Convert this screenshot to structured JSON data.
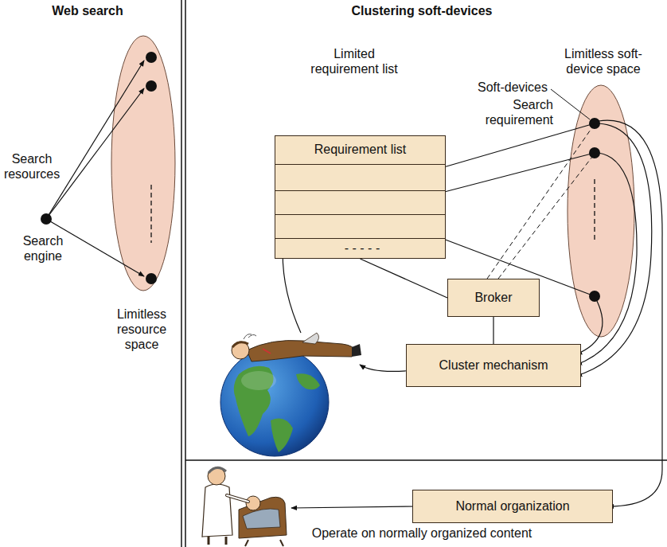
{
  "diagram": {
    "nodes": [
      {
        "text": [
          "Requirement list"
        ]
      },
      {
        "text": [
          "Broker"
        ]
      },
      {
        "text": [
          "Cluster mechanism"
        ]
      },
      {
        "text": [
          "Normal organization"
        ]
      }
    ],
    "edges": [
      {
        "from": 0,
        "to": 1,
        "arrow": "none"
      },
      {
        "from": 1,
        "to": 2,
        "arrow": "none"
      }
    ],
    "labels": [
      "Web search",
      "Clustering soft-devices",
      "Search resources",
      "Search engine",
      "Limitless resource space",
      "Limited requirement list",
      "Limitless soft-device space",
      "Soft-devices",
      "Search requirement",
      "- - - - -",
      "Operate on normally organized content"
    ]
  }
}
